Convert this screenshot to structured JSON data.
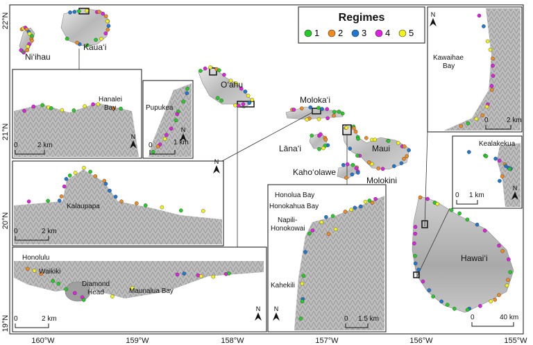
{
  "legend": {
    "title": "Regimes",
    "items": [
      {
        "label": "1",
        "color": "#22cc22"
      },
      {
        "label": "2",
        "color": "#f08a1e"
      },
      {
        "label": "3",
        "color": "#1f77d4"
      },
      {
        "label": "4",
        "color": "#e020e0"
      },
      {
        "label": "5",
        "color": "#f2f21a"
      }
    ]
  },
  "axes": {
    "lon_ticks": [
      "160°W",
      "159°W",
      "158°W",
      "157°W",
      "156°W",
      "155°W"
    ],
    "lat_ticks": [
      "22°N",
      "21°N",
      "20°N",
      "19°N"
    ]
  },
  "islands": {
    "niihau": "Ni‘ihau",
    "kauai": "Kaua‘i",
    "oahu": "O‘ahu",
    "molokai": "Moloka‘i",
    "lanai": "Lāna‘i",
    "maui": "Maui",
    "kahoolawe": "Kaho‘olawe",
    "molokini": "Molokini",
    "hawaii": "Hawai‘i"
  },
  "insets": {
    "hanalei": {
      "place": "Hanalei\nBay",
      "place_line1": "Hanalei",
      "place_line2": "Bay",
      "scale": "2 km",
      "zero": "0"
    },
    "pupukea": {
      "place": "Pupukea",
      "scale": "1 km",
      "zero": "0"
    },
    "kalaupapa": {
      "place": "Kalaupapa",
      "scale": "2 km",
      "zero": "0"
    },
    "waikiki": {
      "place1": "Honolulu",
      "place2": "Waikiki",
      "place3_line1": "Diamond",
      "place3_line2": "Head",
      "place4": "Maunalua Bay",
      "scale": "2 km",
      "zero": "0"
    },
    "maui_west": {
      "place1": "Honolua Bay",
      "place2": "Honokahua Bay",
      "place3_line1": "Napili-",
      "place3_line2": "Honokowai",
      "place4": "Kahekili",
      "scale": "1.5 km",
      "zero": "0"
    },
    "kawaihae": {
      "place_line1": "Kawaihae",
      "place_line2": "Bay",
      "scale": "2 km",
      "zero": "0"
    },
    "kealakekua": {
      "place": "Kealakekua",
      "scale": "1 km",
      "zero": "0"
    },
    "hawaii_scale": {
      "scale": "40 km",
      "zero": "0"
    }
  },
  "north_label": "N"
}
